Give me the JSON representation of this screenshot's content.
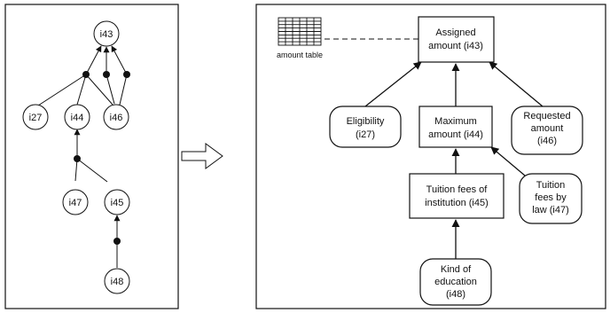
{
  "left_graph": {
    "nodes": {
      "i43": "i43",
      "i27": "i27",
      "i44": "i44",
      "i46": "i46",
      "i47": "i47",
      "i45": "i45",
      "i48": "i48"
    }
  },
  "right_diagram": {
    "amount_table_label": "amount table",
    "assigned": [
      "Assigned",
      "amount (i43)"
    ],
    "eligibility": [
      "Eligibility",
      "(i27)"
    ],
    "maximum": [
      "Maximum",
      "amount (i44)"
    ],
    "requested": [
      "Requested",
      "amount",
      "(i46)"
    ],
    "tuition_institution": [
      "Tuition fees of",
      "institution (i45)"
    ],
    "tuition_law": [
      "Tuition",
      "fees by",
      "law (i47)"
    ],
    "kind_education": [
      "Kind of",
      "education",
      "(i48)"
    ]
  }
}
